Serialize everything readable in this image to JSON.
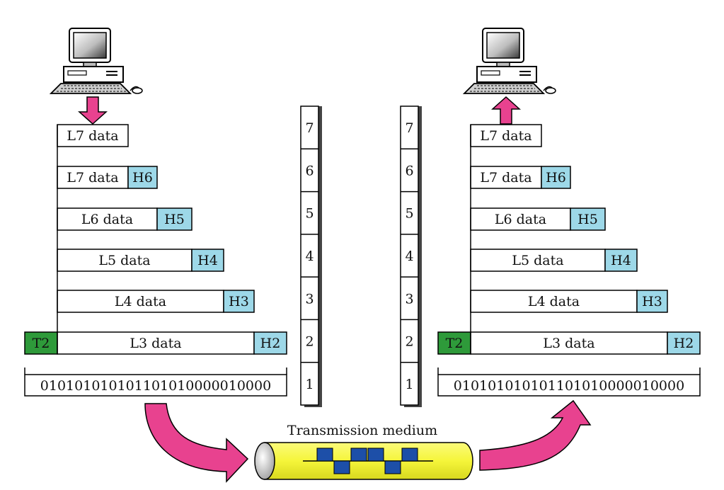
{
  "sender": {
    "packets": [
      {
        "id": "l7",
        "data": "L7 data",
        "header": ""
      },
      {
        "id": "l6",
        "data": "L7 data",
        "header": "H6"
      },
      {
        "id": "l5",
        "data": "L6 data",
        "header": "H5"
      },
      {
        "id": "l4",
        "data": "L5 data",
        "header": "H4"
      },
      {
        "id": "l3",
        "data": "L4 data",
        "header": "H3"
      },
      {
        "id": "l2",
        "data": "L3 data",
        "header": "H2",
        "trailer": "T2"
      }
    ],
    "bits": "010101010101101010000010000"
  },
  "receiver": {
    "packets": [
      {
        "id": "l7",
        "data": "L7 data",
        "header": ""
      },
      {
        "id": "l6",
        "data": "L7 data",
        "header": "H6"
      },
      {
        "id": "l5",
        "data": "L6 data",
        "header": "H5"
      },
      {
        "id": "l4",
        "data": "L5 data",
        "header": "H4"
      },
      {
        "id": "l3",
        "data": "L4 data",
        "header": "H3"
      },
      {
        "id": "l2",
        "data": "L3 data",
        "header": "H2",
        "trailer": "T2"
      }
    ],
    "bits": "010101010101101010000010000"
  },
  "layer_stack": [
    "7",
    "6",
    "5",
    "4",
    "3",
    "2",
    "1"
  ],
  "medium_label": "Transmission medium",
  "colors": {
    "header": "#9dd8e8",
    "trailer": "#2e9a3a",
    "arrow": "#e8428f",
    "cable": "#f5f53a",
    "signal": "#1d4fa8"
  }
}
